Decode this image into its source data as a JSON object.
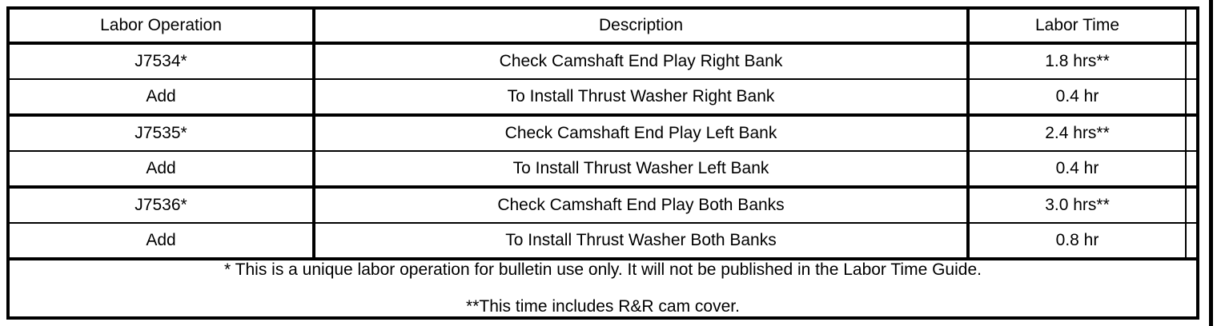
{
  "table": {
    "columns": [
      {
        "key": "operation",
        "label": "Labor Operation"
      },
      {
        "key": "description",
        "label": "Description"
      },
      {
        "key": "time",
        "label": "Labor Time"
      },
      {
        "key": "spacer",
        "label": ""
      }
    ],
    "rows": [
      {
        "operation": "J7534*",
        "description": "Check Camshaft End Play Right Bank",
        "time": "1.8 hrs**",
        "spacer": ""
      },
      {
        "operation": "Add",
        "description": "To Install Thrust Washer Right Bank",
        "time": "0.4 hr",
        "spacer": ""
      },
      {
        "operation": "J7535*",
        "description": "Check Camshaft End Play Left Bank",
        "time": "2.4 hrs**",
        "spacer": ""
      },
      {
        "operation": "Add",
        "description": "To Install Thrust Washer Left Bank",
        "time": "0.4 hr",
        "spacer": ""
      },
      {
        "operation": "J7536*",
        "description": "Check Camshaft End Play Both Banks",
        "time": "3.0 hrs**",
        "spacer": ""
      },
      {
        "operation": "Add",
        "description": "To Install Thrust Washer Both Banks",
        "time": "0.8 hr",
        "spacer": ""
      }
    ],
    "footnotes": [
      "* This is a unique labor operation for bulletin use only. It will not be published in the Labor Time Guide.",
      "**This time includes R&R cam cover."
    ]
  },
  "colors": {
    "rule": "#000000",
    "text": "#000000",
    "background": "#ffffff"
  }
}
